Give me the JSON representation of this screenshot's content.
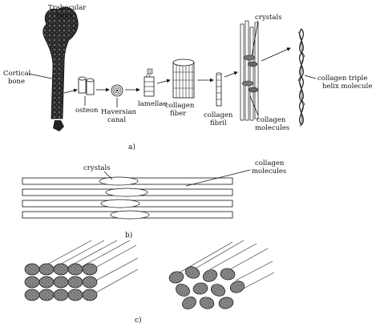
{
  "panel_a": {
    "labels": {
      "trabecular": "Trabecular",
      "bone_top": "bone",
      "cortical": "Cortical",
      "bone_left": "bone",
      "osteon": "osteon",
      "haversian": "Haversian",
      "canal": "canal",
      "lamellae": "lamellae",
      "collagen_fiber_1": "collagen",
      "collagen_fiber_2": "fiber",
      "collagen_fibril_1": "collagen",
      "collagen_fibril_2": "fibril",
      "crystals": "crystals",
      "collagen_molecules_1": "collagen",
      "collagen_molecules_2": "molecules",
      "triple_helix_1": "collagen triple",
      "triple_helix_2": "helix molecule"
    },
    "caption": "a)"
  },
  "panel_b": {
    "labels": {
      "crystals": "crystals",
      "collagen_1": "collagen",
      "collagen_2": "molecules"
    },
    "caption": "b)"
  },
  "panel_c": {
    "caption": "c)"
  }
}
